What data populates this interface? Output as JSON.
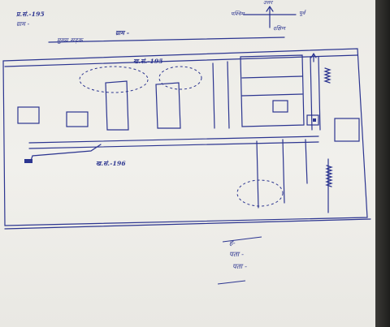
{
  "header": {
    "top_left_1": "प्र.सं.-195",
    "top_left_2": "ग्राम -",
    "top_center": "ग्राम -",
    "subtitle": "मुख्य सड़क"
  },
  "compass": {
    "north": "उत्तर",
    "east": "पूर्व",
    "west": "पश्चिम",
    "south": "दक्षिण"
  },
  "map": {
    "plot_label_top": "ख.सं.-195",
    "plot_label_bottom": "ख.सं.-196",
    "road_label": "",
    "label_a": "",
    "label_b": "",
    "label_c": "",
    "label_d": "",
    "label_e": "",
    "label_f": "",
    "label_g": ""
  },
  "legend": {
    "heading": "",
    "items": [
      "",
      "",
      "",
      "",
      "",
      "",
      ""
    ]
  },
  "signature_left": [
    "",
    "",
    "",
    ""
  ],
  "details_right": [
    "ह- ",
    "पता - ",
    "पता - ",
    ""
  ]
}
